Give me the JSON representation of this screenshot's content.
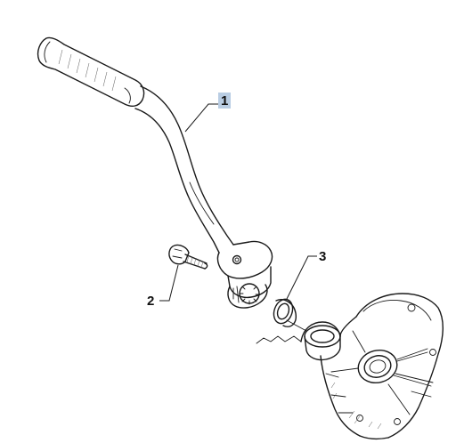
{
  "callouts": [
    {
      "id": "1",
      "label": "1",
      "highlighted": true
    },
    {
      "id": "2",
      "label": "2",
      "highlighted": false
    },
    {
      "id": "3",
      "label": "3",
      "highlighted": false
    }
  ],
  "colors": {
    "highlight": "#b9cde3",
    "line": "#1a1a1a",
    "background": "#ffffff"
  }
}
